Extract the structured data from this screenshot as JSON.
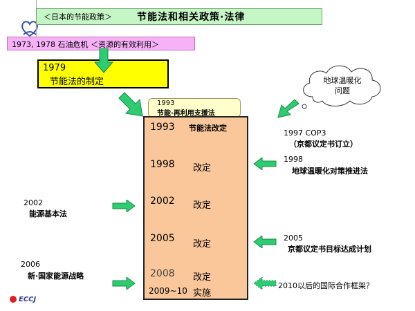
{
  "header": {
    "subtitle": "＜日本的节能政策＞",
    "title": "节能法和相关政策·法律"
  },
  "crisis": {
    "text": "1973, 1978 石油危机 ＜资源的有效利用＞"
  },
  "law_1979": {
    "year": "1979",
    "name": "节能法的制定"
  },
  "law_1993": {
    "year": "1993",
    "name": "节能·再利用支援法"
  },
  "timeline": {
    "entries": [
      {
        "year": "1993",
        "action": "节能法改定"
      },
      {
        "year": "1998",
        "action": "改定"
      },
      {
        "year": "2002",
        "action": "改定"
      },
      {
        "year": "2005",
        "action": "改定"
      },
      {
        "year": "2008",
        "action": "改定"
      },
      {
        "year": "2009~10",
        "action": "实施"
      }
    ]
  },
  "global_warming": {
    "line1": "地球温暖化",
    "line2": "问题"
  },
  "right_events": [
    {
      "year": "1997 COP3",
      "desc": "（京都议定书订立）"
    },
    {
      "year": "1998",
      "desc": "地球温暖化对策推进法"
    },
    {
      "year": "2005",
      "desc": "京都议定书目标达成计划"
    },
    {
      "year": "",
      "desc": "2010以后的国际合作框架？"
    }
  ],
  "left_events": [
    {
      "year": "2002",
      "desc": "能源基本法"
    },
    {
      "year": "2006",
      "desc": "新·国家能源战略"
    }
  ],
  "logo": {
    "text": "ECCJ"
  },
  "colors": {
    "header_bg": "#c6f5c6",
    "crisis_bg": "#f7b1f7",
    "law1979_bg": "#ffff00",
    "law1993_bg": "#ffffcc",
    "timeline_bg": "#f9c79a",
    "arrow": "#2ecc71"
  }
}
